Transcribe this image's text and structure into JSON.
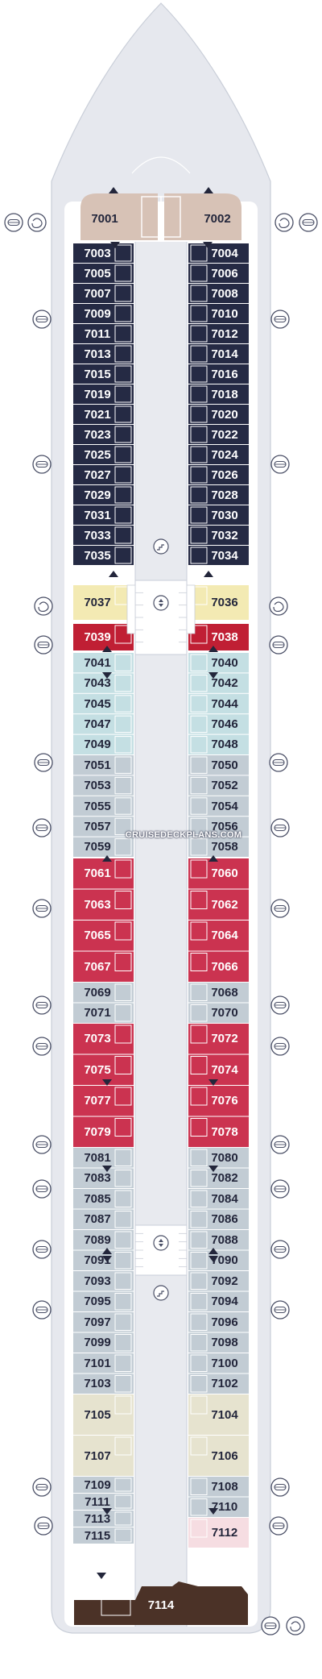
{
  "colors": {
    "hull": "#e6e8ee",
    "deck": "#ffffff",
    "corridor": "#e8eaef",
    "navy": "#252a44",
    "lightblue": "#c4dfe3",
    "grey": "#c2ccd4",
    "red": "#cb3350",
    "dark_red": "#c01f34",
    "yellow": "#f3eab3",
    "beige": "#e6e3cf",
    "pink": "#f6dde2",
    "tan": "#d7c2b6",
    "brown": "#4b3227",
    "stairs": "#ffffff"
  },
  "watermark": "CRUISEDECKPLANS.COM",
  "cabins": {
    "left": [
      {
        "id": "7003",
        "cat": "navy"
      },
      {
        "id": "7005",
        "cat": "navy"
      },
      {
        "id": "7007",
        "cat": "navy"
      },
      {
        "id": "7009",
        "cat": "navy"
      },
      {
        "id": "7011",
        "cat": "navy"
      },
      {
        "id": "7013",
        "cat": "navy"
      },
      {
        "id": "7015",
        "cat": "navy"
      },
      {
        "id": "7019",
        "cat": "navy"
      },
      {
        "id": "7021",
        "cat": "navy"
      },
      {
        "id": "7023",
        "cat": "navy"
      },
      {
        "id": "7025",
        "cat": "navy"
      },
      {
        "id": "7027",
        "cat": "navy"
      },
      {
        "id": "7029",
        "cat": "navy"
      },
      {
        "id": "7031",
        "cat": "navy"
      },
      {
        "id": "7033",
        "cat": "navy"
      },
      {
        "id": "7035",
        "cat": "navy"
      },
      {
        "id": "7037",
        "cat": "yellow"
      },
      {
        "id": "7039",
        "cat": "dark_red"
      },
      {
        "id": "7041",
        "cat": "lightblue"
      },
      {
        "id": "7043",
        "cat": "lightblue"
      },
      {
        "id": "7045",
        "cat": "lightblue"
      },
      {
        "id": "7047",
        "cat": "lightblue"
      },
      {
        "id": "7049",
        "cat": "lightblue"
      },
      {
        "id": "7051",
        "cat": "grey"
      },
      {
        "id": "7053",
        "cat": "grey"
      },
      {
        "id": "7055",
        "cat": "grey"
      },
      {
        "id": "7057",
        "cat": "grey"
      },
      {
        "id": "7059",
        "cat": "grey"
      },
      {
        "id": "7061",
        "cat": "red"
      },
      {
        "id": "7063",
        "cat": "red"
      },
      {
        "id": "7065",
        "cat": "red"
      },
      {
        "id": "7067",
        "cat": "red"
      },
      {
        "id": "7069",
        "cat": "grey"
      },
      {
        "id": "7071",
        "cat": "grey"
      },
      {
        "id": "7073",
        "cat": "red"
      },
      {
        "id": "7075",
        "cat": "red"
      },
      {
        "id": "7077",
        "cat": "red"
      },
      {
        "id": "7079",
        "cat": "red"
      },
      {
        "id": "7081",
        "cat": "grey"
      },
      {
        "id": "7083",
        "cat": "grey"
      },
      {
        "id": "7085",
        "cat": "grey"
      },
      {
        "id": "7087",
        "cat": "grey"
      },
      {
        "id": "7089",
        "cat": "grey"
      },
      {
        "id": "7091",
        "cat": "grey"
      },
      {
        "id": "7093",
        "cat": "grey"
      },
      {
        "id": "7095",
        "cat": "grey"
      },
      {
        "id": "7097",
        "cat": "grey"
      },
      {
        "id": "7099",
        "cat": "grey"
      },
      {
        "id": "7101",
        "cat": "grey"
      },
      {
        "id": "7103",
        "cat": "grey"
      },
      {
        "id": "7105",
        "cat": "beige"
      },
      {
        "id": "7107",
        "cat": "beige"
      },
      {
        "id": "7109",
        "cat": "grey"
      },
      {
        "id": "7111",
        "cat": "grey"
      },
      {
        "id": "7113",
        "cat": "grey"
      },
      {
        "id": "7115",
        "cat": "grey"
      }
    ],
    "right": [
      {
        "id": "7004",
        "cat": "navy"
      },
      {
        "id": "7006",
        "cat": "navy"
      },
      {
        "id": "7008",
        "cat": "navy"
      },
      {
        "id": "7010",
        "cat": "navy"
      },
      {
        "id": "7012",
        "cat": "navy"
      },
      {
        "id": "7014",
        "cat": "navy"
      },
      {
        "id": "7016",
        "cat": "navy"
      },
      {
        "id": "7018",
        "cat": "navy"
      },
      {
        "id": "7020",
        "cat": "navy"
      },
      {
        "id": "7022",
        "cat": "navy"
      },
      {
        "id": "7024",
        "cat": "navy"
      },
      {
        "id": "7026",
        "cat": "navy"
      },
      {
        "id": "7028",
        "cat": "navy"
      },
      {
        "id": "7030",
        "cat": "navy"
      },
      {
        "id": "7032",
        "cat": "navy"
      },
      {
        "id": "7034",
        "cat": "navy"
      },
      {
        "id": "7036",
        "cat": "yellow"
      },
      {
        "id": "7038",
        "cat": "dark_red"
      },
      {
        "id": "7040",
        "cat": "lightblue"
      },
      {
        "id": "7042",
        "cat": "lightblue"
      },
      {
        "id": "7044",
        "cat": "lightblue"
      },
      {
        "id": "7046",
        "cat": "lightblue"
      },
      {
        "id": "7048",
        "cat": "lightblue"
      },
      {
        "id": "7050",
        "cat": "grey"
      },
      {
        "id": "7052",
        "cat": "grey"
      },
      {
        "id": "7054",
        "cat": "grey"
      },
      {
        "id": "7056",
        "cat": "grey"
      },
      {
        "id": "7058",
        "cat": "grey"
      },
      {
        "id": "7060",
        "cat": "red"
      },
      {
        "id": "7062",
        "cat": "red"
      },
      {
        "id": "7064",
        "cat": "red"
      },
      {
        "id": "7066",
        "cat": "red"
      },
      {
        "id": "7068",
        "cat": "grey"
      },
      {
        "id": "7070",
        "cat": "grey"
      },
      {
        "id": "7072",
        "cat": "red"
      },
      {
        "id": "7074",
        "cat": "red"
      },
      {
        "id": "7076",
        "cat": "red"
      },
      {
        "id": "7078",
        "cat": "red"
      },
      {
        "id": "7080",
        "cat": "grey"
      },
      {
        "id": "7082",
        "cat": "grey"
      },
      {
        "id": "7084",
        "cat": "grey"
      },
      {
        "id": "7086",
        "cat": "grey"
      },
      {
        "id": "7088",
        "cat": "grey"
      },
      {
        "id": "7090",
        "cat": "grey"
      },
      {
        "id": "7092",
        "cat": "grey"
      },
      {
        "id": "7094",
        "cat": "grey"
      },
      {
        "id": "7096",
        "cat": "grey"
      },
      {
        "id": "7098",
        "cat": "grey"
      },
      {
        "id": "7100",
        "cat": "grey"
      },
      {
        "id": "7102",
        "cat": "grey"
      },
      {
        "id": "7104",
        "cat": "beige"
      },
      {
        "id": "7106",
        "cat": "beige"
      },
      {
        "id": "7108",
        "cat": "grey"
      },
      {
        "id": "7110",
        "cat": "grey"
      },
      {
        "id": "7112",
        "cat": "pink"
      }
    ],
    "forward": [
      {
        "id": "7001",
        "cat": "tan"
      },
      {
        "id": "7002",
        "cat": "tan"
      }
    ],
    "aft": {
      "id": "7114",
      "cat": "brown"
    }
  },
  "icons": {
    "lifeboat": "lifeboat-icon",
    "tender": "tender-icon",
    "elevator": "elevator-icon",
    "stairs": "stairs-icon",
    "connecting": "connecting-door-icon"
  }
}
